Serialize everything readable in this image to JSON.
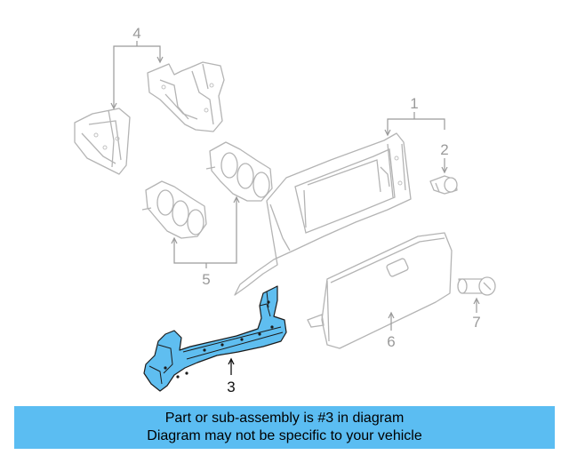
{
  "diagram": {
    "callouts": [
      {
        "number": "1"
      },
      {
        "number": "2"
      },
      {
        "number": "3"
      },
      {
        "number": "4"
      },
      {
        "number": "5"
      },
      {
        "number": "6"
      },
      {
        "number": "7"
      }
    ],
    "highlighted_part": "3",
    "highlight_color": "#5fbef0"
  },
  "banner": {
    "line1": "Part or sub-assembly is #3 in diagram",
    "line2": "Diagram may not be specific to your vehicle",
    "background": "#5bbdf2"
  }
}
